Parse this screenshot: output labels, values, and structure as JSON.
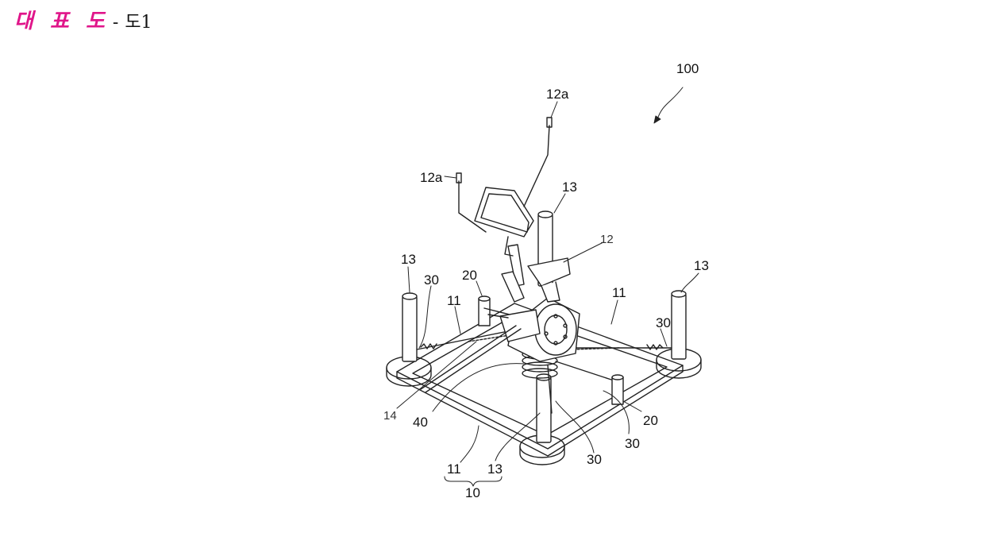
{
  "header": {
    "title": "대 표 도",
    "separator": "-",
    "subtitle": "도1"
  },
  "labels": {
    "l100": "100",
    "l12a_top": "12a",
    "l12a_left": "12a",
    "l13_back": "13",
    "l12": "12",
    "l13_left": "13",
    "l30_left": "30",
    "l20_left": "20",
    "l11_left": "11",
    "l11_right": "11",
    "l13_right": "13",
    "l30_right": "30",
    "l14": "14",
    "l40": "40",
    "l20_right": "20",
    "l30_front_right": "30",
    "l30_front": "30",
    "l11_front": "11",
    "l13_front": "13",
    "l10": "10"
  }
}
